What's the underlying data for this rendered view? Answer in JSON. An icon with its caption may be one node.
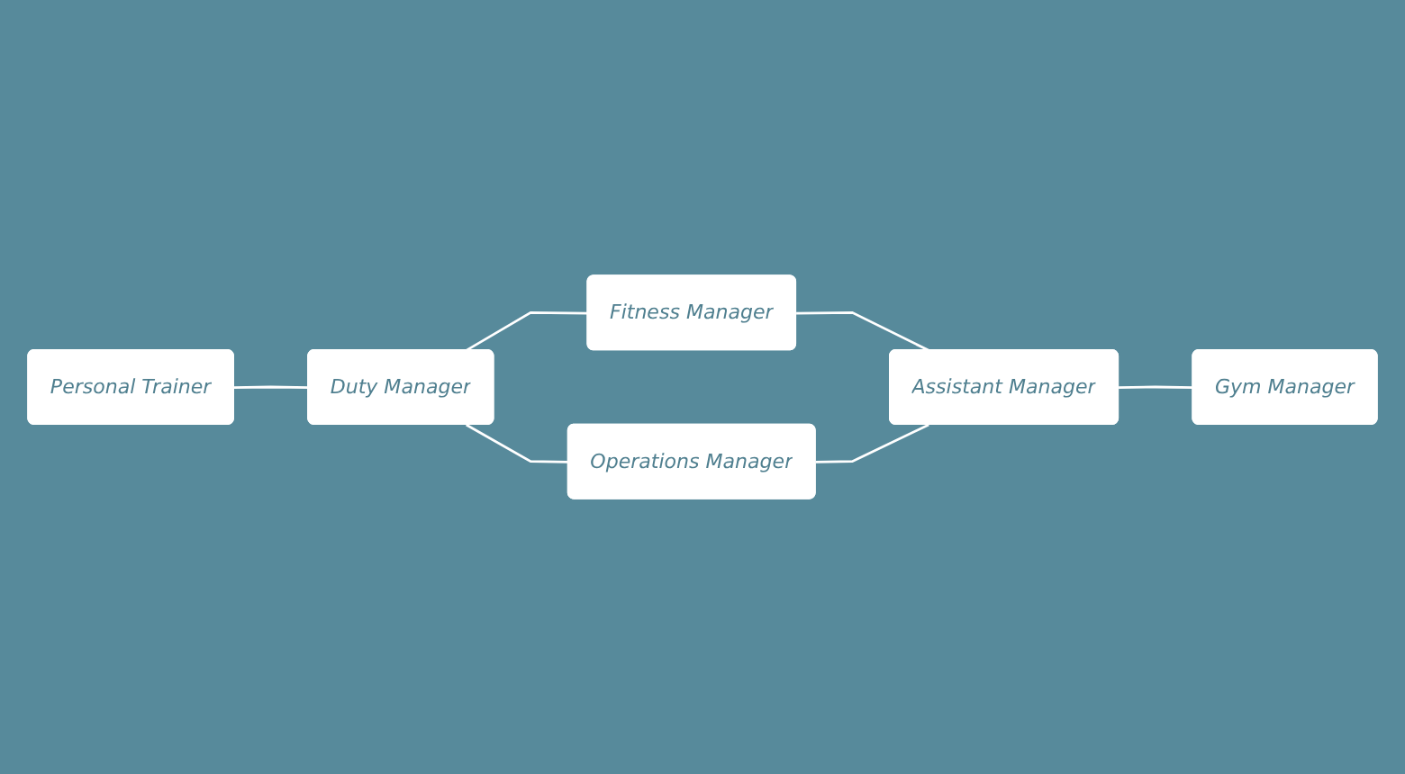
{
  "diagram": {
    "nodes": [
      {
        "text": [
          "Personal Trainer"
        ]
      },
      {
        "text": [
          "Duty Manager"
        ]
      },
      {
        "text": [
          "Fitness Manager"
        ]
      },
      {
        "text": [
          "Operations Manager"
        ]
      },
      {
        "text": [
          "Assistant Manager"
        ]
      },
      {
        "text": [
          "Gym Manager"
        ]
      }
    ],
    "edges": [
      {
        "from": 0,
        "to": 1,
        "arrow": "none"
      },
      {
        "from": 1,
        "to": 2,
        "arrow": "none"
      },
      {
        "from": 1,
        "to": 3,
        "arrow": "none"
      },
      {
        "from": 2,
        "to": 4,
        "arrow": "none"
      },
      {
        "from": 3,
        "to": 4,
        "arrow": "none"
      },
      {
        "from": 4,
        "to": 5,
        "arrow": "none"
      }
    ]
  }
}
